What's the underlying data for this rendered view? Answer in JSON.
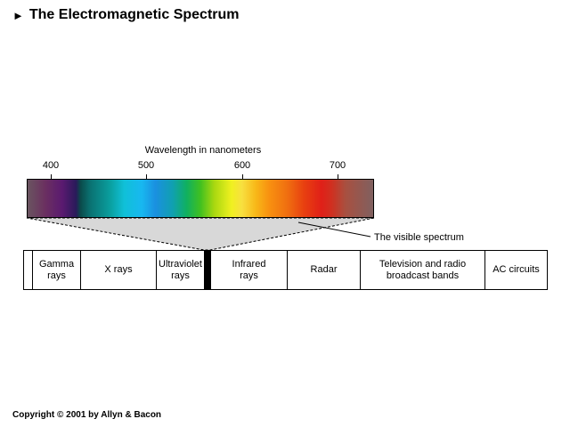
{
  "header": {
    "title": "The Electromagnetic Spectrum",
    "icon": "play-triangle-icon"
  },
  "axis": {
    "title": "Wavelength in nanometers",
    "ticks": [
      "400",
      "500",
      "600",
      "700"
    ]
  },
  "callout": {
    "label": "The visible spectrum"
  },
  "bands": {
    "gamma": "Gamma\nrays",
    "xray": "X rays",
    "uv": "Ultraviolet\nrays",
    "infrared": "Infrared\nrays",
    "radar": "Radar",
    "tv": "Television and radio\nbroadcast bands",
    "ac": "AC circuits"
  },
  "footer": {
    "copyright": "Copyright © 2001 by Allyn & Bacon"
  },
  "colors": {
    "line": "#000000",
    "funnel_fill": "#d8d8d8"
  }
}
